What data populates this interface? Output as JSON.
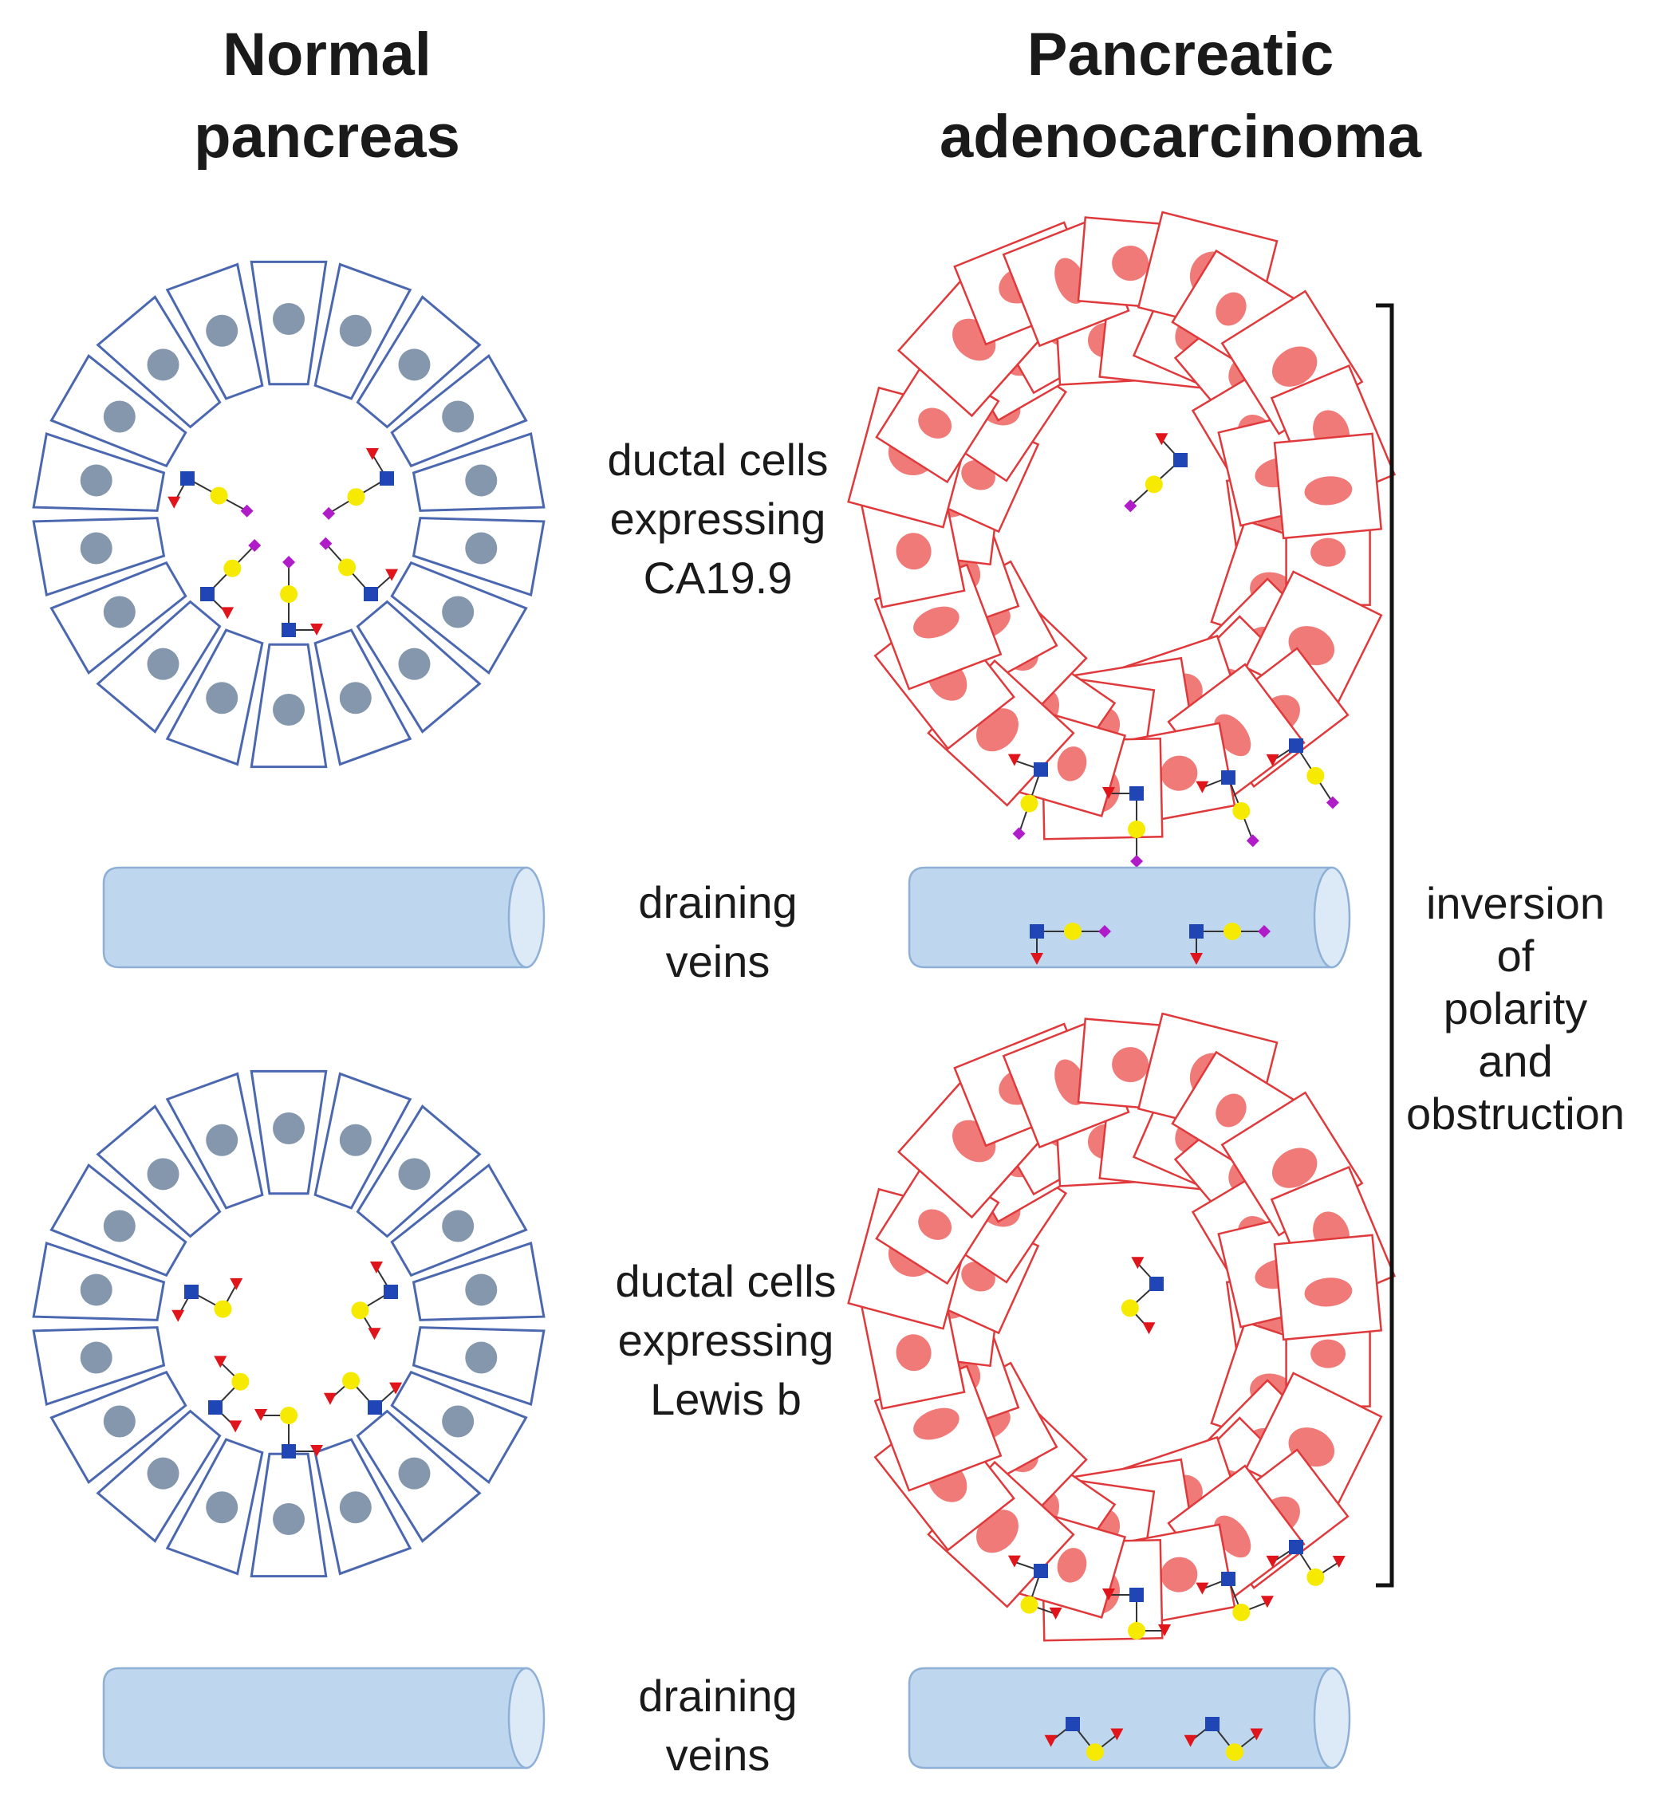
{
  "columns": {
    "left_title": [
      "Normal",
      "pancreas"
    ],
    "right_title": [
      "Pancreatic",
      "adenocarcinoma"
    ]
  },
  "rows": [
    {
      "label": [
        "ductal cells",
        "expressing",
        "CA19.9"
      ],
      "antigen": "CA19.9",
      "vein_label": [
        "draining",
        "veins"
      ]
    },
    {
      "label": [
        "ductal cells",
        "expressing",
        "Lewis b"
      ],
      "antigen": "Lewis b",
      "vein_label": [
        "draining",
        "veins"
      ]
    }
  ],
  "bracket_label": [
    "inversion",
    "of",
    "polarity",
    "and",
    "obstruction"
  ],
  "colors": {
    "normal_cell_outline": "#4a67b0",
    "normal_nucleus": "#8497ad",
    "tumor_cell_outline": "#e0393b",
    "tumor_nucleus": "#f07a78",
    "vein_fill": "#bfd7ee",
    "vein_outline": "#8fb0d6",
    "glcnac_square": "#1f46b4",
    "galactose_circle": "#f5ea00",
    "fucose_triangle": "#e0141b",
    "sialic_acid_diamond": "#b01cc8"
  }
}
